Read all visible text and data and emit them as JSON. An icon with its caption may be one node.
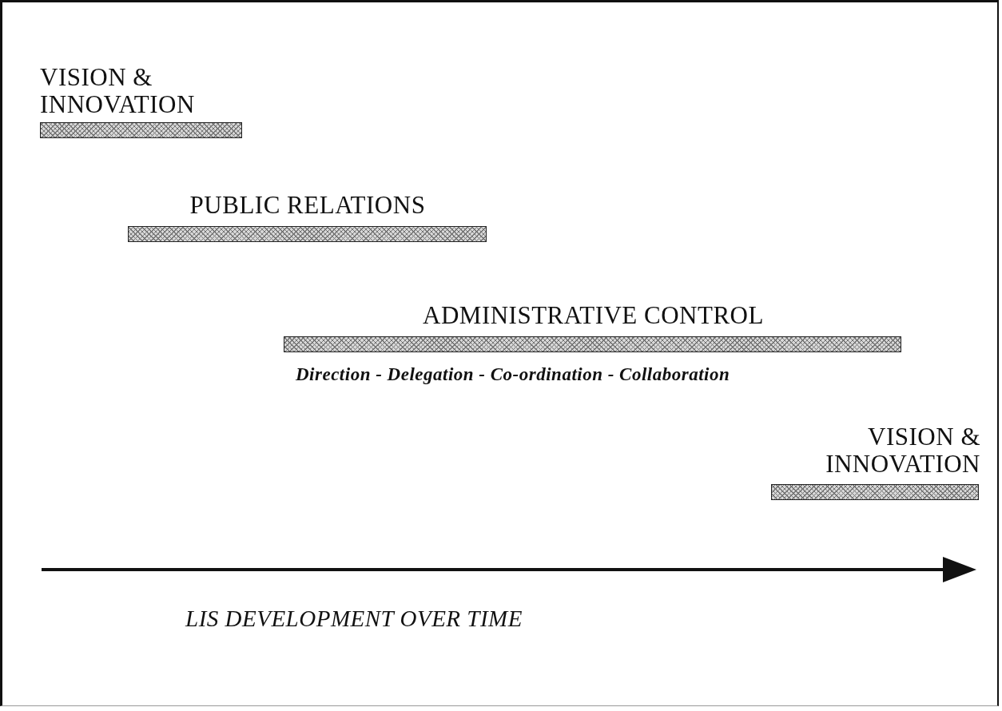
{
  "diagram": {
    "nodes": [
      {
        "text": [
          "VISION & INNOVATION"
        ]
      },
      {
        "text": [
          "PUBLIC RELATIONS"
        ]
      },
      {
        "text": [
          "ADMINISTRATIVE CONTROL"
        ],
        "beside": [
          "Direction - Delegation - Co-ordination - Collaboration"
        ]
      },
      {
        "text": [
          "VISION & INNOVATION"
        ]
      }
    ],
    "labels": [
      "LIS DEVELOPMENT OVER TIME"
    ]
  }
}
